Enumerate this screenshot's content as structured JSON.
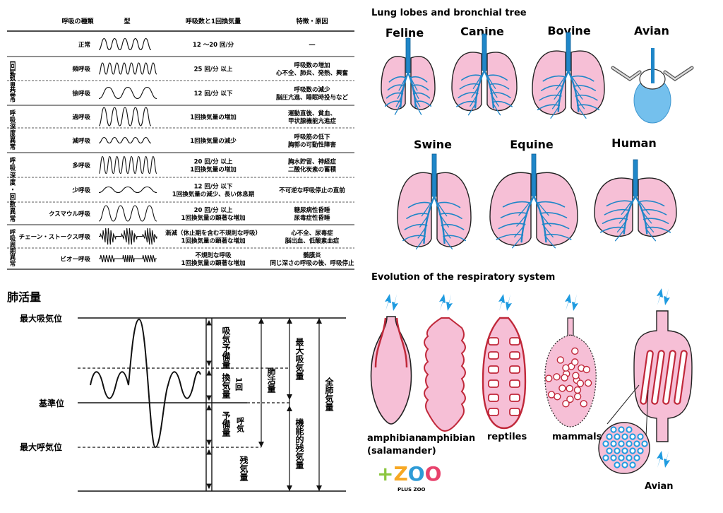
{
  "table": {
    "headers": [
      "呼吸の種類",
      "型",
      "呼吸数と1回換気量",
      "特徴・原因"
    ],
    "groups": [
      {
        "name": "group-rate",
        "label": "回数異常"
      },
      {
        "name": "group-depth",
        "label": "呼吸深度異常"
      },
      {
        "name": "group-depth-rate",
        "label": "呼吸深度・回数異常"
      },
      {
        "name": "group-cycle",
        "label": "呼吸周期異常"
      }
    ],
    "rows": [
      {
        "type": "正常",
        "wave": "normal",
        "rate": [
          "12 ～20 回/分"
        ],
        "cause": [
          "―"
        ]
      },
      {
        "type": "頻呼吸",
        "wave": "fast",
        "rate": [
          "25 回/分 以上"
        ],
        "cause": [
          "呼吸数の増加",
          "心不全、肺炎、発熱、興奮"
        ]
      },
      {
        "type": "徐呼吸",
        "wave": "slow",
        "rate": [
          "12 回/分 以下"
        ],
        "cause": [
          "呼吸数の減少",
          "脳圧亢進、睡眠時投与など"
        ]
      },
      {
        "type": "過呼吸",
        "wave": "deep",
        "rate": [
          "1回換気量の増加"
        ],
        "cause": [
          "運動直後、貧血、",
          "甲状腺機能亢進症"
        ]
      },
      {
        "type": "減呼吸",
        "wave": "shallow",
        "rate": [
          "1回換気量の減少"
        ],
        "cause": [
          "呼吸筋の低下",
          "胸郭の可動性障害"
        ]
      },
      {
        "type": "多呼吸",
        "wave": "fastdeep",
        "rate": [
          "20 回/分 以上",
          "1回換気量の増加"
        ],
        "cause": [
          "胸水貯留、神経症",
          "二酸化炭素の蓄積"
        ]
      },
      {
        "type": "少呼吸",
        "wave": "slowshallow",
        "rate": [
          "12 回/分 以下",
          "1回換気量の減少、長い休息期"
        ],
        "cause": [
          "不可逆な呼吸停止の直前"
        ]
      },
      {
        "type": "クスマウル呼吸",
        "wave": "kussmaul",
        "rate": [
          "20 回/分 以上",
          "1回換気量の顕著な増加"
        ],
        "cause": [
          "糖尿病性昏睡",
          "尿毒症性昏睡"
        ]
      },
      {
        "type": "チェーン・ストークス呼吸",
        "wave": "cheyne",
        "rate": [
          "漸減（休止期を含む不規則な呼吸）",
          "1回換気量の顕著な増加"
        ],
        "cause": [
          "心不全、尿毒症",
          "脳出血、低酸素血症"
        ]
      },
      {
        "type": "ビオー呼吸",
        "wave": "biot",
        "rate": [
          "不規則な呼吸",
          "1回換気量の顕著な増加"
        ],
        "cause": [
          "髄膜炎",
          "同じ深さの呼吸の後、呼吸停止"
        ]
      }
    ]
  },
  "volumes": {
    "title": "肺活量",
    "levels": {
      "max_insp": "最大吸気位",
      "baseline": "基準位",
      "max_exp": "最大呼気位"
    },
    "labels": {
      "irv": "吸気予備量",
      "tv": "換気量",
      "tv_side": "1回",
      "erv": "予備量",
      "erv_side": "呼気",
      "rv": "残気量",
      "vc": "肺活量",
      "ic": "最大吸気量",
      "frc": "機能的残気量",
      "tlc": "全肺気量"
    }
  },
  "lungs": {
    "title": "Lung lobes and bronchial tree",
    "species": [
      "Feline",
      "Canine",
      "Bovine",
      "Avian",
      "Swine",
      "Equine",
      "Human"
    ],
    "colors": {
      "lung": "#f6bfd6",
      "bronchi": "#1f86c8",
      "avian": "#5cb6ea"
    }
  },
  "evolution": {
    "title": "Evolution of the respiratory system",
    "captions": [
      "amphibian",
      "(salamander)",
      "amphibian",
      "reptiles",
      "mammals",
      "Avian"
    ]
  },
  "logo": {
    "mark": "+ZOO",
    "sub": "PLUS ZOO",
    "colors": {
      "plus": "#8cc63f",
      "z": "#f7a823",
      "o1": "#2e9bd6",
      "o2": "#e8426c"
    }
  }
}
